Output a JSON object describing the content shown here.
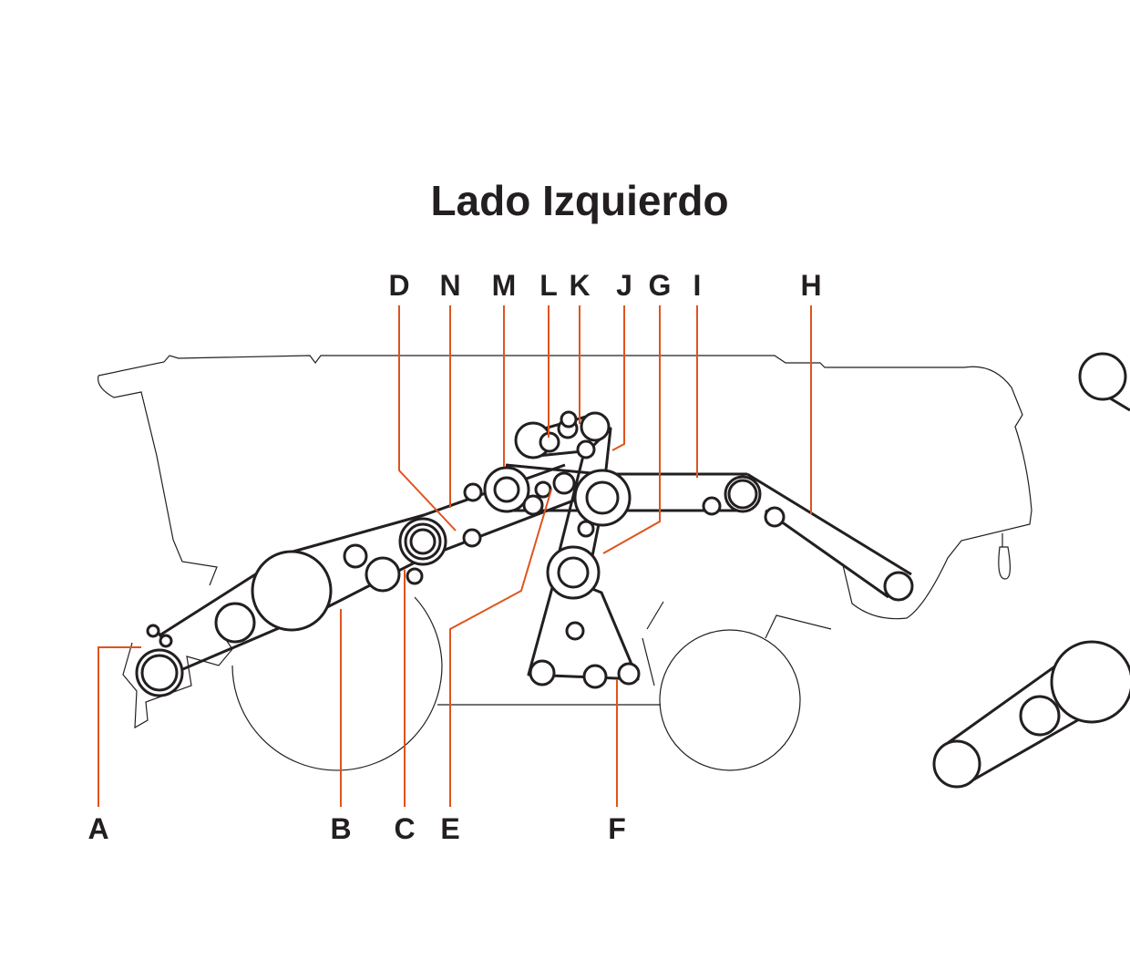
{
  "title": "Lado Izquierdo",
  "colors": {
    "ink": "#231f20",
    "leader": "#e0531d",
    "background": "#ffffff"
  },
  "labels": {
    "top": [
      "D",
      "N",
      "M",
      "L",
      "K",
      "J",
      "G",
      "I",
      "H"
    ],
    "bottom": [
      "A",
      "B",
      "C",
      "E",
      "F"
    ]
  }
}
